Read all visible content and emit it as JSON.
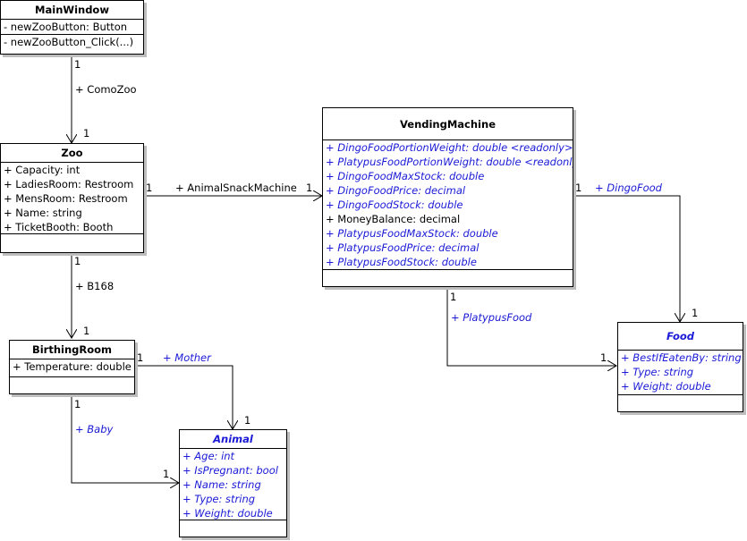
{
  "classes": {
    "main_window": {
      "name": "MainWindow",
      "attributes": [
        "- newZooButton: Button"
      ],
      "operations": [
        "- newZooButton_Click(...)"
      ]
    },
    "zoo": {
      "name": "Zoo",
      "attributes": [
        "+ Capacity: int",
        "+ LadiesRoom: Restroom",
        "+ MensRoom: Restroom",
        "+ Name: string",
        "+ TicketBooth: Booth"
      ]
    },
    "vending_machine": {
      "name": "VendingMachine",
      "attributes": [
        "+ DingoFoodPortionWeight: double <readonly>",
        "+ PlatypusFoodPortionWeight: double <readonly>",
        "+ DingoFoodMaxStock: double",
        "+ DingoFoodPrice: decimal",
        "+ DingoFoodStock: double",
        "+ MoneyBalance: decimal",
        "+ PlatypusFoodMaxStock: double",
        "+ PlatypusFoodPrice: decimal",
        "+ PlatypusFoodStock: double"
      ]
    },
    "birthing_room": {
      "name": "BirthingRoom",
      "attributes": [
        "+ Temperature: double"
      ]
    },
    "animal": {
      "name": "Animal",
      "attributes": [
        "+ Age: int",
        "+ IsPregnant: bool",
        "+ Name: string",
        "+ Type: string",
        "+ Weight: double"
      ]
    },
    "food": {
      "name": "Food",
      "attributes": [
        "+ BestIfEatenBy: string",
        "+ Type: string",
        "+ Weight: double"
      ]
    }
  },
  "associations": {
    "como_zoo": {
      "label": "+ ComoZoo",
      "source_mult": "1",
      "target_mult": "1"
    },
    "animal_snack_machine": {
      "label": "+ AnimalSnackMachine",
      "source_mult": "1",
      "target_mult": "1"
    },
    "b168": {
      "label": "+ B168",
      "source_mult": "1",
      "target_mult": "1"
    },
    "dingo_food": {
      "label": "+ DingoFood",
      "source_mult": "1",
      "target_mult": "1"
    },
    "platypus_food": {
      "label": "+ PlatypusFood",
      "source_mult": "1",
      "target_mult": "1"
    },
    "mother": {
      "label": "+ Mother",
      "source_mult": "1",
      "target_mult": "1"
    },
    "baby": {
      "label": "+ Baby",
      "source_mult": "1",
      "target_mult": "1"
    }
  },
  "colors": {
    "line": "#000000",
    "italic_member": "#1a1ad6",
    "shadow": "#bdbdbd"
  }
}
